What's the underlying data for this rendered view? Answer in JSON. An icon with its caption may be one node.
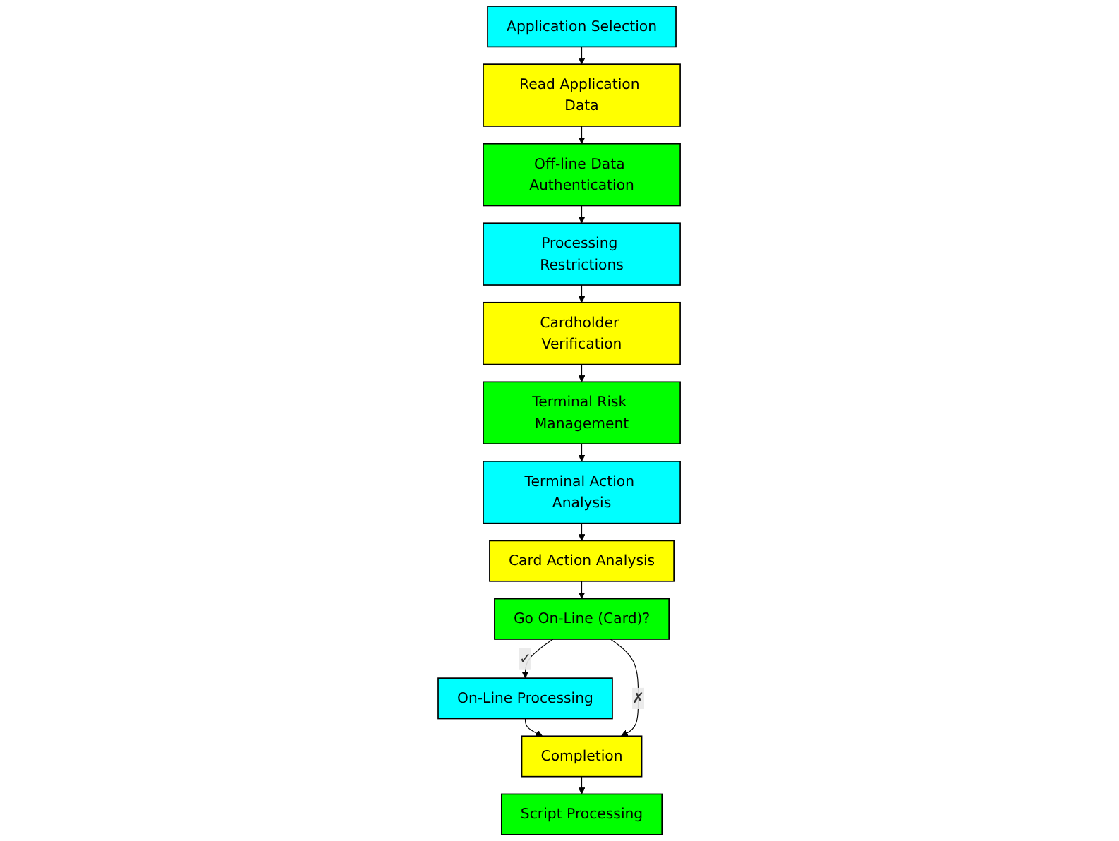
{
  "diagram": {
    "nodes": [
      {
        "text": [
          "Application Selection"
        ]
      },
      {
        "text": [
          "Read Application Data"
        ]
      },
      {
        "text": [
          "Off-line Data Authentication"
        ]
      },
      {
        "text": [
          "Processing Restrictions"
        ]
      },
      {
        "text": [
          "Cardholder Verification"
        ]
      },
      {
        "text": [
          "Terminal Risk Management"
        ]
      },
      {
        "text": [
          "Terminal Action Analysis"
        ]
      },
      {
        "text": [
          "Card Action Analysis"
        ]
      },
      {
        "text": [
          "Go On-Line (Card)?"
        ]
      },
      {
        "text": [
          "On-Line Processing"
        ]
      },
      {
        "text": [
          "Completion"
        ]
      },
      {
        "text": [
          "Script Processing"
        ]
      }
    ],
    "edges": [
      {
        "from": 0,
        "to": 1,
        "arrow": "to"
      },
      {
        "from": 1,
        "to": 2,
        "arrow": "to"
      },
      {
        "from": 2,
        "to": 3,
        "arrow": "to"
      },
      {
        "from": 3,
        "to": 4,
        "arrow": "to"
      },
      {
        "from": 4,
        "to": 5,
        "arrow": "to"
      },
      {
        "from": 5,
        "to": 6,
        "arrow": "to"
      },
      {
        "from": 6,
        "to": 7,
        "arrow": "to"
      },
      {
        "from": 7,
        "to": 8,
        "arrow": "to"
      },
      {
        "from": 8,
        "to": 9,
        "arrow": "to",
        "label": "✓"
      },
      {
        "from": 9,
        "to": 10,
        "arrow": "to"
      },
      {
        "from": 8,
        "to": 10,
        "arrow": "to",
        "label": "✗"
      },
      {
        "from": 10,
        "to": 11,
        "arrow": "to"
      }
    ]
  }
}
